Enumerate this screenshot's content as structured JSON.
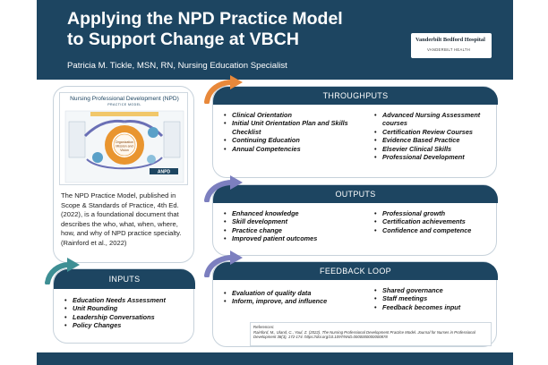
{
  "header": {
    "title_line1": "Applying the NPD Practice Model",
    "title_line2": "to Support Change at VBCH",
    "author": "Patricia M. Tickle, MSN, RN, Nursing Education Specialist",
    "logo_name": "Vanderbilt Bedford Hospital",
    "logo_sub": "VANDERBILT  HEALTH"
  },
  "model_image": {
    "title": "Nursing Professional Development (NPD)",
    "subtitle": "PRACTICE MODEL",
    "center_text": "Organization Mission and Vision",
    "brand": "ANPD"
  },
  "description": "The NPD Practice Model, published in Scope & Standards of Practice, 4th Ed. (2022), is a foundational document that describes the who, what, when, where, how, and why of NPD practice specialty. (Rainford et al., 2022)",
  "inputs": {
    "heading": "INPUTS",
    "items": [
      "Education Needs Assessment",
      "Unit Rounding",
      "Leadership Conversations",
      "Policy Changes"
    ]
  },
  "throughputs": {
    "heading": "THROUGHPUTS",
    "col1": [
      "Clinical Orientation",
      "Initial Unit Orientation Plan and Skills Checklist",
      "Continuing Education",
      "Annual Competencies"
    ],
    "col2": [
      "Advanced Nursing Assessment courses",
      "Certification Review Courses",
      "Evidence Based Practice",
      "Elsevier Clinical Skills",
      "Professional Development"
    ]
  },
  "outputs": {
    "heading": "OUTPUTS",
    "col1": [
      "Enhanced knowledge",
      "Skill development",
      "Practice change",
      "Improved patient outcomes"
    ],
    "col2": [
      "Professional growth",
      "Certification achievements",
      "Confidence and competence"
    ]
  },
  "feedback": {
    "heading": "FEEDBACK LOOP",
    "col1": [
      "Evaluation of quality data",
      "Inform, improve, and influence"
    ],
    "col2": [
      "Shared governance",
      "Staff meetings",
      "Feedback becomes input"
    ]
  },
  "references": {
    "label": "References:",
    "text": "Rainford, M., Uland, C., Youl, Z. (2022). The Nursing Professional Development Practice Model. Journal for Nurses in Professional Development 38(3), 172-174. https://doi.org/10.1097/NND.0000000000000878"
  },
  "colors": {
    "navy": "#1d4561",
    "orange_arrow": "#e8883a",
    "purple_arrow": "#7c7fbf",
    "teal_arrow": "#3e8f94"
  }
}
